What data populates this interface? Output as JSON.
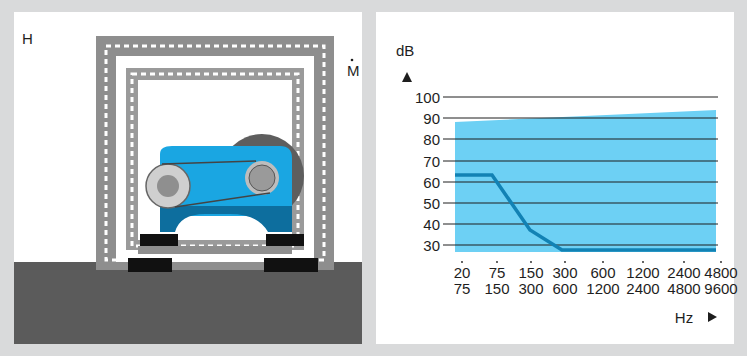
{
  "diagram": {
    "labels": [
      "H",
      "M",
      "dB",
      "100",
      "90",
      "80",
      "70",
      "60",
      "50",
      "40",
      "30",
      "20",
      "75",
      "150",
      "300",
      "600",
      "1200",
      "2400",
      "4800",
      "75",
      "150",
      "300",
      "600",
      "1200",
      "2400",
      "4800",
      "9600",
      "Hz"
    ]
  }
}
